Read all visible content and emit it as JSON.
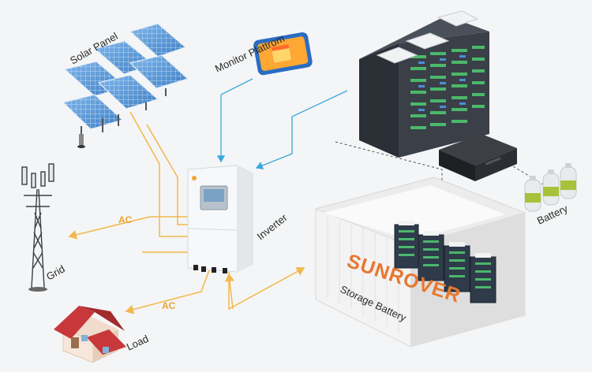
{
  "labels": {
    "solar_panel": "Solar Panel",
    "monitor": "Monitor Plattrom",
    "inverter": "Inverter",
    "grid": "Grid",
    "load": "Load",
    "battery": "Battery",
    "storage": "Storage Battery",
    "ac_grid": "AC",
    "ac_load": "AC"
  },
  "brand": "SUNROVER",
  "colors": {
    "ac_line": "#f2b84b",
    "data_line": "#3aa8dc",
    "brand": "#e8772e"
  }
}
